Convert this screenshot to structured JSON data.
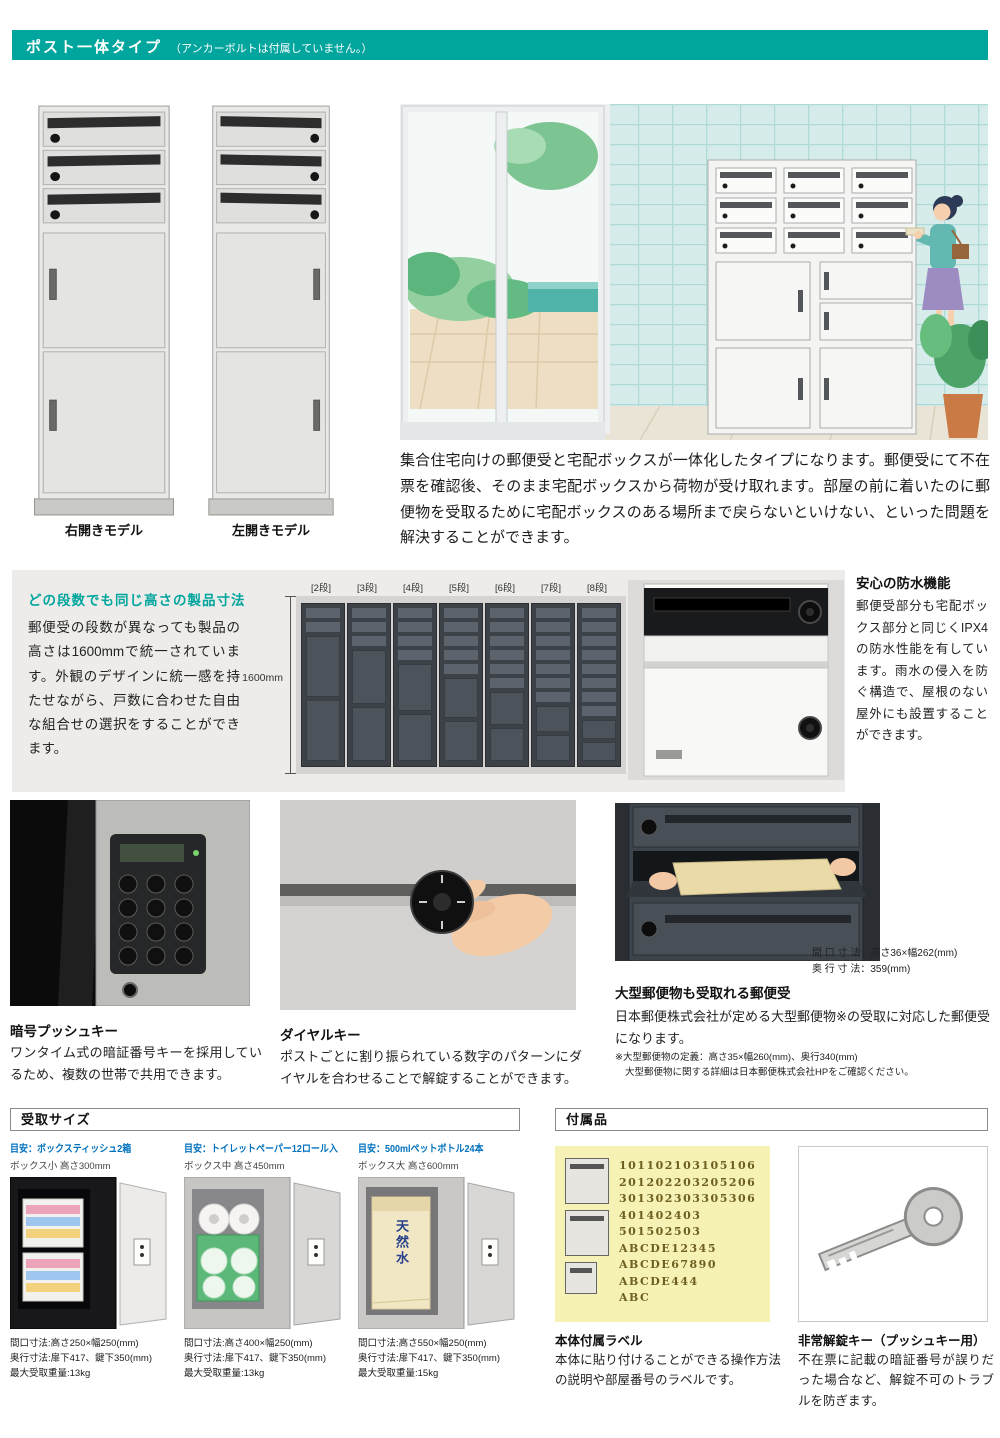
{
  "colors": {
    "teal": "#00a59d",
    "blue": "#0071bc"
  },
  "header": {
    "title": "ポスト一体タイプ",
    "subtitle": "（アンカーボルトは付属していません。）"
  },
  "models": {
    "right": "右開きモデル",
    "left": "左開きモデル"
  },
  "intro": "集合住宅向けの郵便受と宅配ボックスが一体化したタイプになります。郵便受にて不在票を確認後、そのまま宅配ボックスから荷物が受け取れます。部屋の前に着いたのに郵便物を受取るために宅配ボックスのある場所まで戻らないといけない、といった問題を解決することができます。",
  "uniform": {
    "heading": "どの段数でも同じ高さの製品寸法",
    "body": "郵便受の段数が異なっても製品の高さは1600mmで統一されています。外観のデザインに統一感を持たせながら、戸数に合わせた自由な組合せの選択をすることができます。",
    "tiers": [
      "[2段]",
      "[3段]",
      "[4段]",
      "[5段]",
      "[6段]",
      "[7段]",
      "[8段]"
    ],
    "height": "1600mm"
  },
  "waterproof": {
    "heading": "安心の防水機能",
    "body": "郵便受部分も宅配ボックス部分と同じくIPX4の防水性能を有しています。雨水の侵入を防ぐ構造で、屋根のない屋外にも設置することができます。"
  },
  "push_key": {
    "heading": "暗号プッシュキー",
    "body": "ワンタイム式の暗証番号キーを採用しているため、複数の世帯で共用できます。"
  },
  "dial_key": {
    "heading": "ダイヤルキー",
    "body": "ポストごとに割り振られている数字のパターンにダイヤルを合わせることで解錠することができます。"
  },
  "large_mail": {
    "heading": "大型郵便物も受取れる郵便受",
    "body": "日本郵便株式会社が定める大型郵便物※の受取に対応した郵便受になります。",
    "dim1": "間 口 寸 法：高さ36×幅262(mm)",
    "dim2": "奥 行 寸 法：359(mm)",
    "note1": "※大型郵便物の定義：高さ35×幅260(mm)、奥行340(mm)",
    "note2": "大型郵便物に関する詳細は日本郵便株式会社HPをご確認ください。"
  },
  "receive": {
    "title": "受取サイズ",
    "bottle_label": "天然水",
    "items": [
      {
        "guide": "目安：ボックスティッシュ2箱",
        "box": "ボックス小 高さ300mm",
        "spec1": "間口寸法:高さ250×幅250(mm)",
        "spec2": "奥行寸法:扉下417、鍵下350(mm)",
        "spec3": "最大受取重量:13kg"
      },
      {
        "guide": "目安：トイレットペーパー12ロール入",
        "box": "ボックス中 高さ450mm",
        "spec1": "間口寸法:高さ400×幅250(mm)",
        "spec2": "奥行寸法:扉下417、鍵下350(mm)",
        "spec3": "最大受取重量:13kg"
      },
      {
        "guide": "目安：500mlペットボトル24本",
        "box": "ボックス大 高さ600mm",
        "spec1": "間口寸法:高さ550×幅250(mm)",
        "spec2": "奥行寸法:扉下417、鍵下350(mm)",
        "spec3": "最大受取重量:15kg"
      }
    ]
  },
  "accessories": {
    "title": "付属品",
    "label": {
      "heading": "本体付属ラベル",
      "body": "本体に貼り付けることができる操作方法の説明や部屋番号のラベルです。",
      "rows": [
        "101102103105106",
        "201202203205206",
        "301302303305306",
        "401402403",
        "501502503",
        "ABCDE12345",
        "ABCDE67890",
        "ABCDE444",
        "ABC"
      ]
    },
    "key": {
      "heading": "非常解錠キー（プッシュキー用）",
      "body": "不在票に記載の暗証番号が誤りだった場合など、解錠不可のトラブルを防ぎます。"
    }
  }
}
